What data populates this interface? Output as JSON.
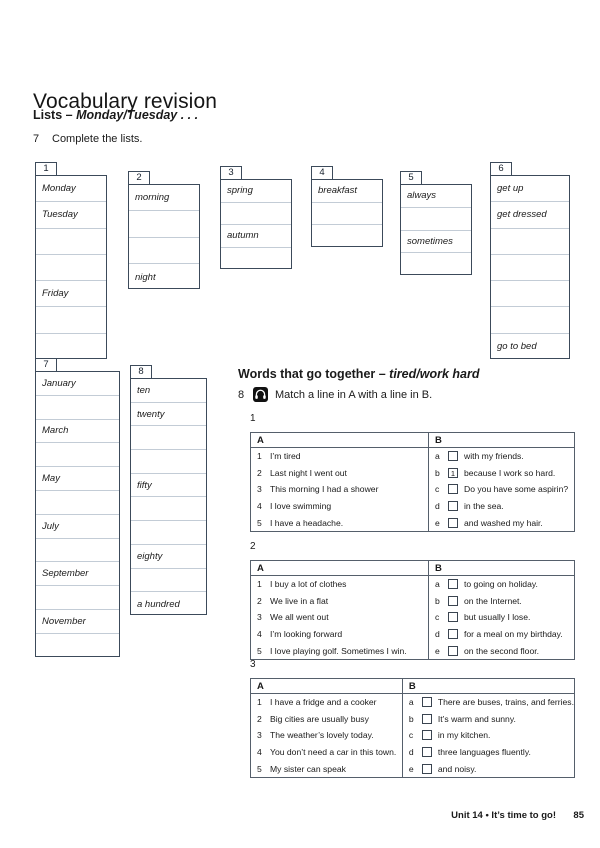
{
  "page": {
    "title": "Vocabulary revision",
    "section_heading_plain": "Lists – ",
    "section_heading_italic": "Monday/Tuesday . . .",
    "exercise7_number": "7",
    "exercise7_text": "Complete the lists.",
    "words_heading_plain": "Words that go together – ",
    "words_heading_italic": "tired/work hard",
    "exercise8_number": "8",
    "exercise8_text": "Match a line in A with a line in B.",
    "audio_icon": "headphones-icon",
    "footer_unit": "Unit 14  •  It’s time to go!",
    "footer_page": "85"
  },
  "lists": [
    {
      "number": "1",
      "rows": [
        "Monday",
        "Tuesday",
        "",
        "",
        "Friday",
        "",
        ""
      ]
    },
    {
      "number": "2",
      "rows": [
        "morning",
        "",
        "",
        "night"
      ]
    },
    {
      "number": "3",
      "rows": [
        "spring",
        "",
        "autumn",
        ""
      ]
    },
    {
      "number": "4",
      "rows": [
        "breakfast",
        "",
        ""
      ]
    },
    {
      "number": "5",
      "rows": [
        "always",
        "",
        "sometimes",
        ""
      ]
    },
    {
      "number": "6",
      "rows": [
        "get up",
        "get dressed",
        "",
        "",
        "",
        "",
        "go to bed"
      ]
    },
    {
      "number": "7",
      "rows": [
        "January",
        "",
        "March",
        "",
        "May",
        "",
        "July",
        "",
        "September",
        "",
        "November",
        ""
      ]
    },
    {
      "number": "8",
      "rows": [
        "ten",
        "twenty",
        "",
        "",
        "fifty",
        "",
        "",
        "eighty",
        "",
        "a hundred"
      ]
    }
  ],
  "match_tables": [
    {
      "label": "1",
      "col_a_header": "A",
      "col_b_header": "B",
      "col_a": [
        {
          "key": "1",
          "text": "I’m tired"
        },
        {
          "key": "2",
          "text": "Last night I went out"
        },
        {
          "key": "3",
          "text": "This morning I had a shower"
        },
        {
          "key": "4",
          "text": "I love swimming"
        },
        {
          "key": "5",
          "text": "I have a headache."
        }
      ],
      "col_b": [
        {
          "key": "a",
          "answer": "",
          "text": "with my friends."
        },
        {
          "key": "b",
          "answer": "1",
          "text": "because I work so hard."
        },
        {
          "key": "c",
          "answer": "",
          "text": "Do you have some aspirin?"
        },
        {
          "key": "d",
          "answer": "",
          "text": "in the sea."
        },
        {
          "key": "e",
          "answer": "",
          "text": "and washed my hair."
        }
      ]
    },
    {
      "label": "2",
      "col_a_header": "A",
      "col_b_header": "B",
      "col_a": [
        {
          "key": "1",
          "text": "I buy a lot of clothes"
        },
        {
          "key": "2",
          "text": "We live in a flat"
        },
        {
          "key": "3",
          "text": "We all went out"
        },
        {
          "key": "4",
          "text": "I’m looking forward"
        },
        {
          "key": "5",
          "text": "I love playing golf. Sometimes I win."
        }
      ],
      "col_b": [
        {
          "key": "a",
          "answer": "",
          "text": "to going on holiday."
        },
        {
          "key": "b",
          "answer": "",
          "text": "on the Internet."
        },
        {
          "key": "c",
          "answer": "",
          "text": "but usually I lose."
        },
        {
          "key": "d",
          "answer": "",
          "text": "for a meal on my birthday."
        },
        {
          "key": "e",
          "answer": "",
          "text": "on the second floor."
        }
      ]
    },
    {
      "label": "3",
      "col_a_header": "A",
      "col_b_header": "B",
      "col_a": [
        {
          "key": "1",
          "text": "I have a fridge and a cooker"
        },
        {
          "key": "2",
          "text": "Big cities are usually busy"
        },
        {
          "key": "3",
          "text": "The weather’s lovely today."
        },
        {
          "key": "4",
          "text": "You don’t need a car in this town."
        },
        {
          "key": "5",
          "text": "My sister can speak"
        }
      ],
      "col_b": [
        {
          "key": "a",
          "answer": "",
          "text": "There are buses, trains, and ferries."
        },
        {
          "key": "b",
          "answer": "",
          "text": "It’s warm and sunny."
        },
        {
          "key": "c",
          "answer": "",
          "text": "in my kitchen."
        },
        {
          "key": "d",
          "answer": "",
          "text": "three languages fluently."
        },
        {
          "key": "e",
          "answer": "",
          "text": "and noisy."
        }
      ]
    }
  ]
}
